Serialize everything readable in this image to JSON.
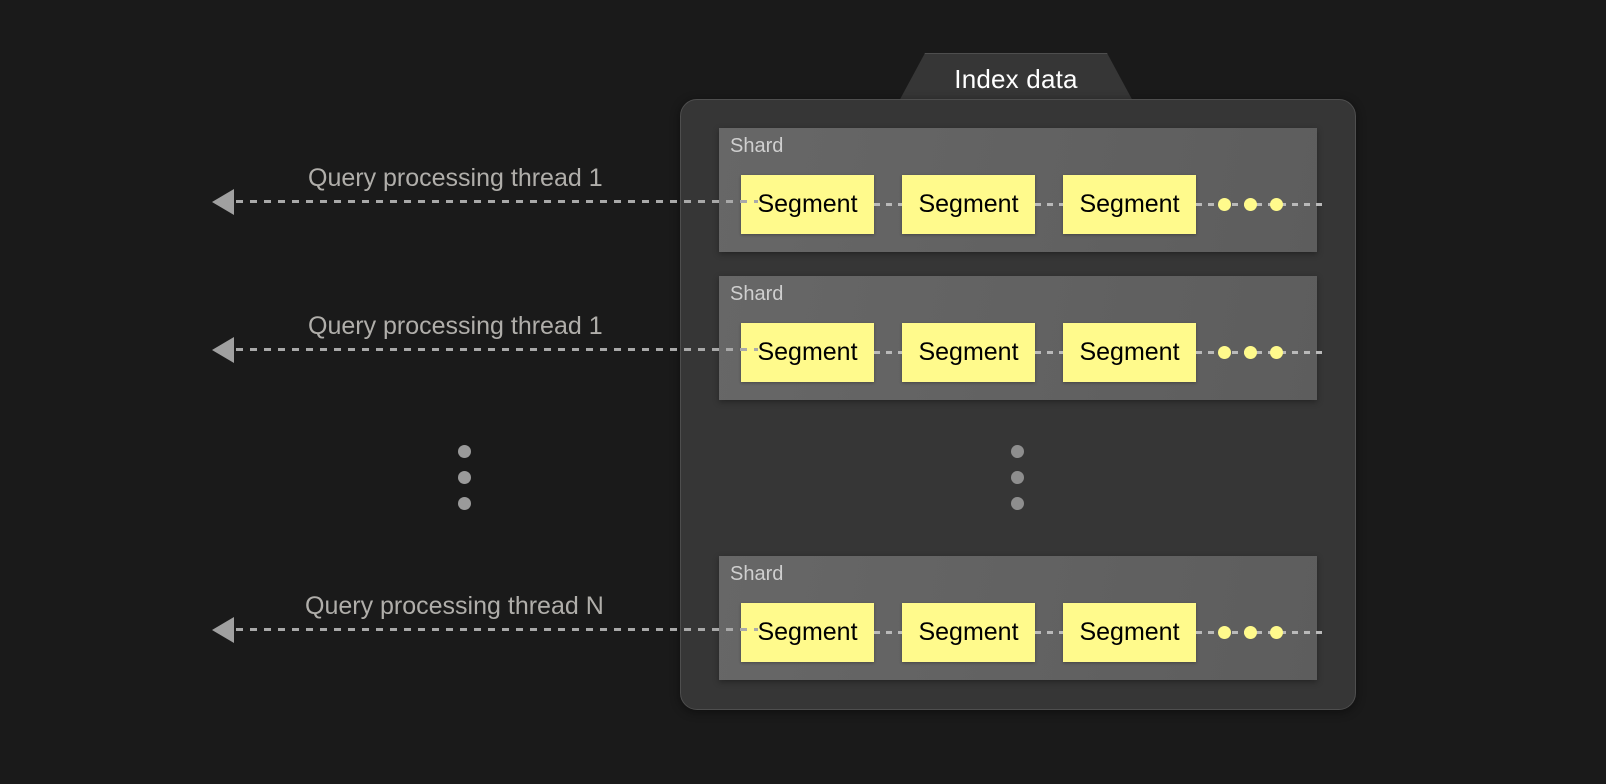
{
  "diagram": {
    "title": "Index data",
    "background_color": "#1a1a1a",
    "panel_color": "#363636",
    "shard_color": "#636363",
    "segment_color": "#fffa8c",
    "line_color": "#b9b9b9",
    "arrow_color": "#a0a0a0",
    "label_color": "#b0aeaa",
    "shard_label_color": "#cfcfcf"
  },
  "threads": [
    {
      "label": "Query processing thread 1"
    },
    {
      "label": "Query processing thread 1"
    },
    {
      "label": "Query processing thread N"
    }
  ],
  "shards": [
    {
      "label": "Shard",
      "segments": [
        {
          "label": "Segment"
        },
        {
          "label": "Segment"
        },
        {
          "label": "Segment"
        }
      ],
      "more_segments": "..."
    },
    {
      "label": "Shard",
      "segments": [
        {
          "label": "Segment"
        },
        {
          "label": "Segment"
        },
        {
          "label": "Segment"
        }
      ],
      "more_segments": "..."
    },
    {
      "label": "Shard",
      "segments": [
        {
          "label": "Segment"
        },
        {
          "label": "Segment"
        },
        {
          "label": "Segment"
        }
      ],
      "more_segments": "..."
    }
  ],
  "ellipsis": {
    "outer": "vertical-ellipsis",
    "inner": "vertical-ellipsis"
  }
}
